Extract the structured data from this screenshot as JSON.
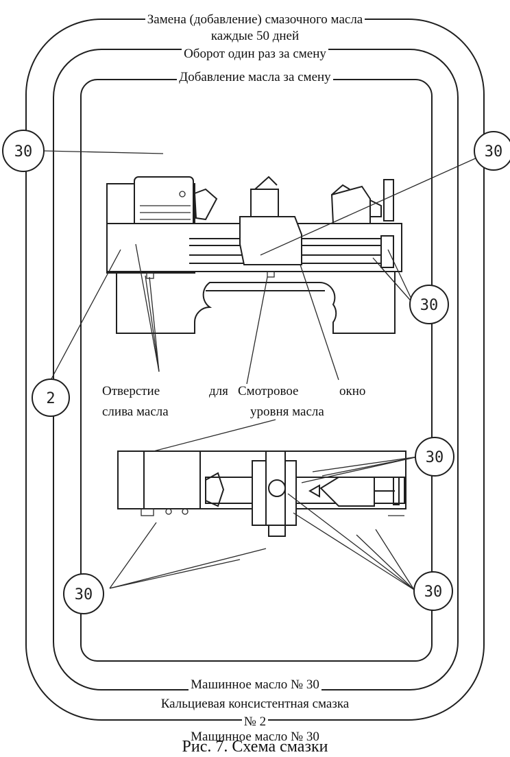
{
  "top_labels": [
    "Замена (добавление) смазочного масла",
    "каждые 50 дней",
    "Оборот один раз за смену",
    "Добавление масла за смену"
  ],
  "annotations": {
    "drain_hole_1": "Отверстие",
    "drain_hole_2": "для",
    "drain_hole_3": "слива масла",
    "sight_window_1": "Смотровое",
    "sight_window_2": "окно",
    "sight_window_3": "уровня масла"
  },
  "badges": {
    "left_top": "30",
    "right_top": "30",
    "right_mid": "30",
    "left_mid": "2",
    "right_plan_top": "30",
    "left_plan_bottom": "30",
    "right_plan_bottom": "30"
  },
  "bottom_labels": [
    "Машинное масло № 30",
    "Кальциевая консистентная смазка",
    "№ 2",
    "Машинное масло № 30"
  ],
  "caption": "Рис. 7. Схема смазки"
}
